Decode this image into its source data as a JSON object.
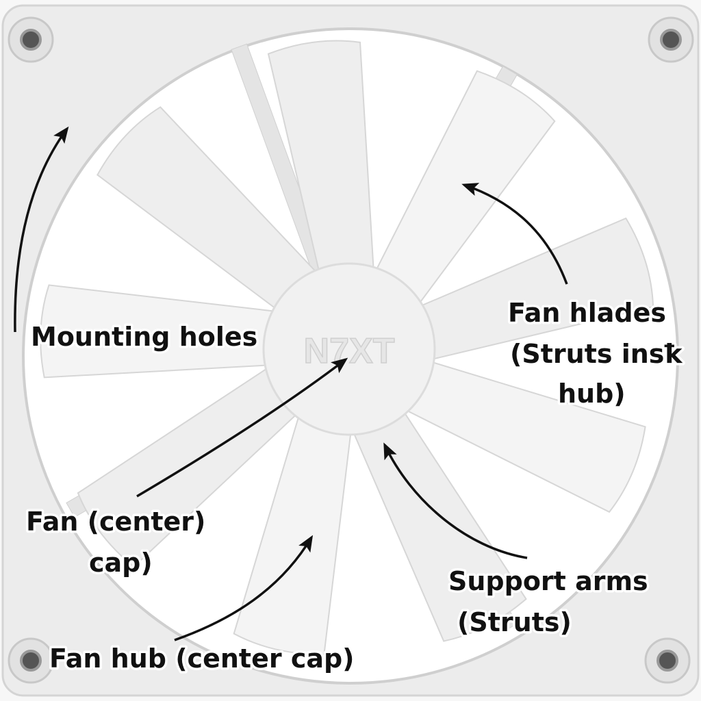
{
  "logo_text": "N7XT",
  "labels": {
    "mounting_holes": "Mounting holes",
    "fan_blades_line1": "Fan hlades",
    "fan_blades_line2": "(Struts insꝁ",
    "fan_blades_line3": "hub)",
    "center_cap_line1": "Fan (center)",
    "center_cap_line2": "cap)",
    "support_arms_line1": "Support arms",
    "support_arms_line2": "(Struts)",
    "fan_hub": "Fan hub (center cap)"
  },
  "colors": {
    "frame": "#ececec",
    "blade": "#f2f2f2",
    "label": "#111111"
  }
}
